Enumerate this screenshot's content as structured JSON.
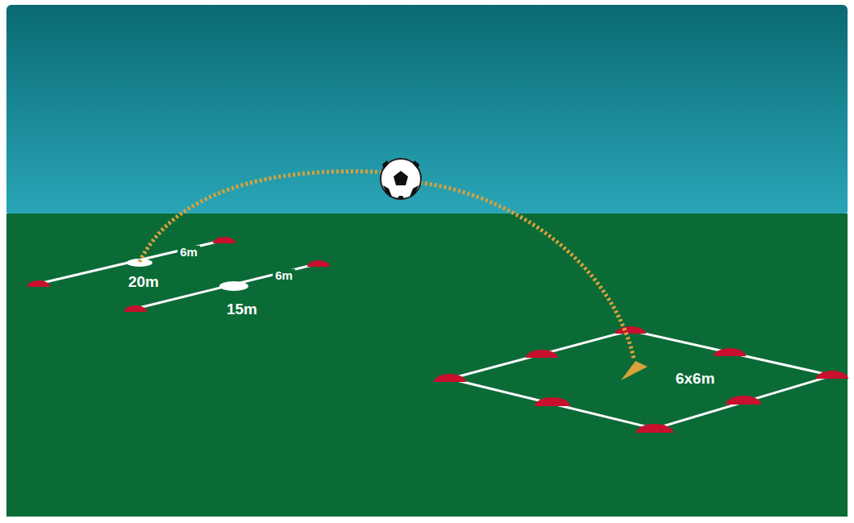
{
  "diagram": {
    "labels": [
      "6m",
      "20m",
      "6m",
      "15m",
      "6x6m"
    ]
  }
}
